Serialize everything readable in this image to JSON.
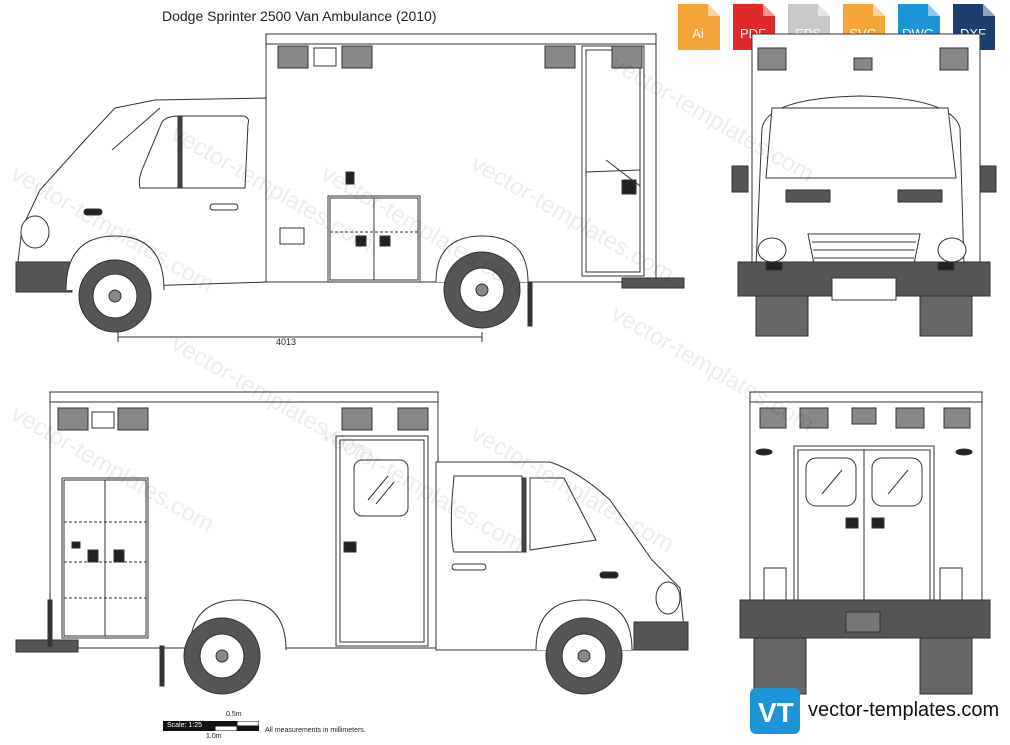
{
  "title": "Dodge Sprinter 2500 Van Ambulance (2010)",
  "formats": [
    {
      "label": "Ai",
      "color": "#f4a53a"
    },
    {
      "label": "PDF",
      "color": "#e02a2a"
    },
    {
      "label": "EPS",
      "color": "#c9c9c9"
    },
    {
      "label": "SVG",
      "color": "#f4a53a"
    },
    {
      "label": "DWG",
      "color": "#1d93d8"
    },
    {
      "label": "DXF",
      "color": "#f4a53a"
    }
  ],
  "dimension": "4013",
  "scale": {
    "label": "Scale: 1:25",
    "half": "0.5m",
    "full": "1.0m",
    "note": "All measurements in millimeters."
  },
  "brand": {
    "name": "vector-templates.com",
    "logo_text": "VT",
    "logo_color": "#1d93d8"
  },
  "watermark": "vector-templates.com"
}
